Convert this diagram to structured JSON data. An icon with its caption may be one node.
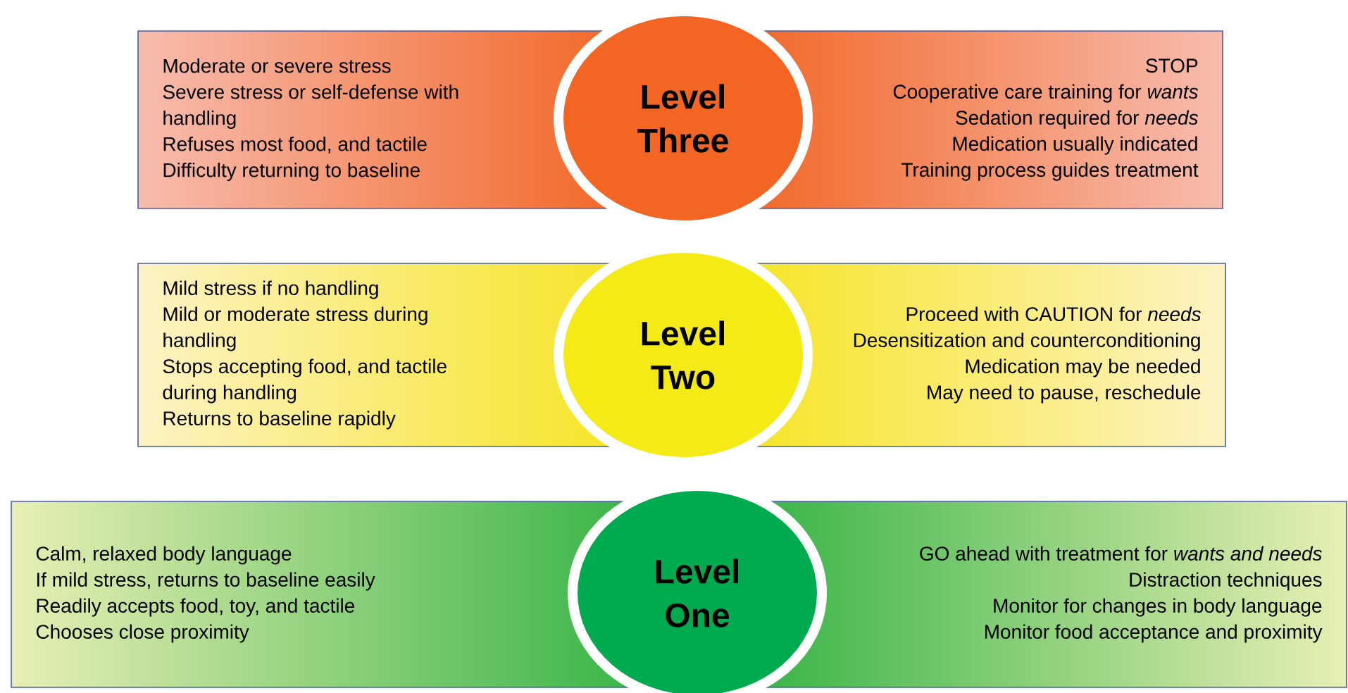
{
  "diagram": {
    "nodes": [
      {
        "text": [
          "Moderate or severe stress",
          "Severe stress or self-defense with handling",
          "Refuses most food, and tactile",
          "Difficulty returning to baseline"
        ]
      },
      {
        "text": [
          "Level Three"
        ]
      },
      {
        "text": [
          "STOP",
          "Cooperative care training for *wants*",
          "Sedation required for *needs*",
          "Medication usually indicated",
          "Training process guides treatment"
        ]
      },
      {
        "text": [
          "Mild stress if no handling",
          "Mild or moderate stress during handling",
          "Stops accepting food, and tactile during handling",
          "Returns to baseline rapidly"
        ]
      },
      {
        "text": [
          "Level Two"
        ]
      },
      {
        "text": [
          "Proceed with CAUTION for *needs*",
          "Desensitization and counterconditioning",
          "Medication may be needed",
          "May need to pause, reschedule"
        ]
      },
      {
        "text": [
          "Calm, relaxed body language",
          "If mild stress, returns to baseline easily",
          "Readily accepts food, toy, and tactile",
          "Chooses close proximity"
        ]
      },
      {
        "text": [
          "Level One"
        ]
      },
      {
        "text": [
          "GO ahead with treatment for *wants and needs*",
          "Distraction techniques",
          "Monitor for changes in body language",
          "Monitor food acceptance and proximity"
        ]
      }
    ]
  }
}
